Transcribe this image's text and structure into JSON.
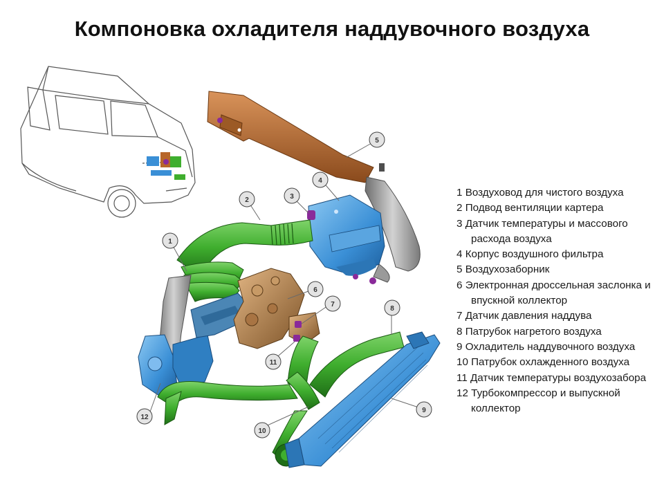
{
  "title": "Компоновка охладителя наддувочного воздуха",
  "callouts": [
    "1",
    "2",
    "3",
    "4",
    "5",
    "6",
    "7",
    "8",
    "9",
    "10",
    "11",
    "12"
  ],
  "legend": [
    {
      "num": "1",
      "text": "Воздуховод для чистого воздуха"
    },
    {
      "num": "2",
      "text": "Подвод вентиляции картера"
    },
    {
      "num": "3",
      "text": "Датчик температуры и массового расхода воздуха"
    },
    {
      "num": "4",
      "text": "Корпус воздушного фильтра"
    },
    {
      "num": "5",
      "text": "Воздухозаборник"
    },
    {
      "num": "6",
      "text": "Электронная дроссельная заслонка и впускной коллектор"
    },
    {
      "num": "7",
      "text": "Датчик давления наддува"
    },
    {
      "num": "8",
      "text": "Патрубок нагретого воздуха"
    },
    {
      "num": "9",
      "text": "Охладитель наддувочного воздуха"
    },
    {
      "num": "10",
      "text": "Патрубок охлажденного воздуха"
    },
    {
      "num": "11",
      "text": "Датчик температуры воздухозабора"
    },
    {
      "num": "12",
      "text": "Турбокомпрессор и выпускной коллектор"
    }
  ],
  "colors": {
    "pipe_green": "#3fae2e",
    "component_blue": "#3a8fd6",
    "intake_brown": "#b7662a",
    "manifold_tan": "#b58552",
    "sensor_purple": "#8a2a9a",
    "pipe_gray": "#8c8c8c"
  }
}
